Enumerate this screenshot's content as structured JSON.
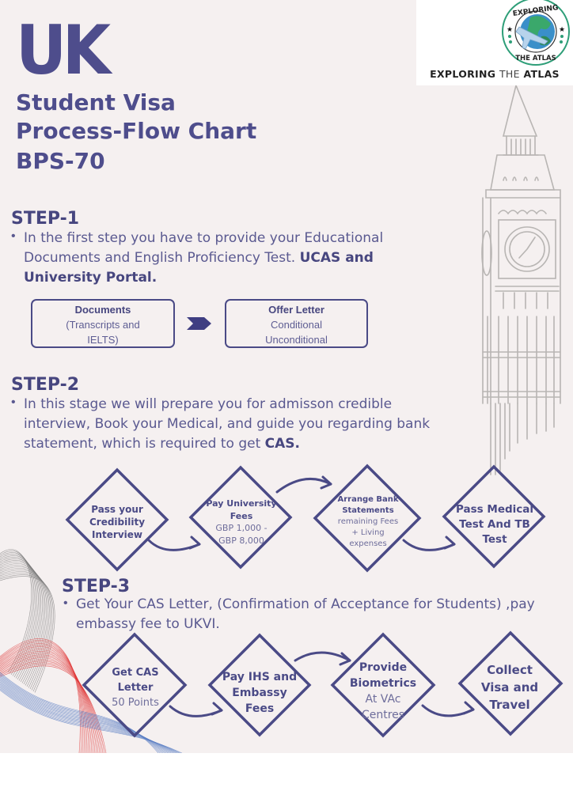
{
  "header": {
    "country": "UK",
    "subtitle_lines": [
      "Student Visa",
      "Process-Flow Chart",
      "BPS-70"
    ]
  },
  "logo": {
    "ring_top_text": "EXPLORING",
    "ring_bottom_text": "THE ATLAS",
    "label_bold_1": "EXPLORING",
    "label_thin": "THE",
    "label_bold_2": "ATLAS",
    "colors": {
      "ring": "#2e9e78",
      "globe_water": "#3a8fc9",
      "globe_land": "#3aa86b",
      "plane": "#a9c9e6"
    }
  },
  "steps": [
    {
      "title": "STEP-1",
      "text_plain": "In the first step you have to provide your Educational Documents and English Proficiency Test.",
      "text_bold": "UCAS and University Portal.",
      "nodes": [
        {
          "title": "Documents",
          "lines": [
            "(Transcripts and",
            "IELTS)"
          ]
        },
        {
          "title": "Offer Letter",
          "lines": [
            "Conditional",
            "Unconditional"
          ]
        }
      ]
    },
    {
      "title": "STEP-2",
      "text_plain": "In this stage we will prepare you for admisson credible interview, Book your Medical, and guide you regarding bank statement, which is required to get",
      "text_bold": "CAS.",
      "nodes": [
        {
          "title": [
            "Pass your",
            "Credibility",
            "Interview"
          ],
          "lines": []
        },
        {
          "title": [
            "Pay University",
            "Fees"
          ],
          "lines": [
            "GBP 1,000 -",
            "GBP 8,000"
          ]
        },
        {
          "title": [
            "Arrange Bank",
            "Statements"
          ],
          "lines": [
            "remaining Fees",
            "+ Living",
            "expenses"
          ]
        },
        {
          "title": [
            "Pass Medical",
            "Test And TB",
            "Test"
          ],
          "lines": []
        }
      ]
    },
    {
      "title": "STEP-3",
      "text_plain": "Get Your CAS Letter, (Confirmation of Acceptance for Students) ,pay embassy fee to UKVI.",
      "text_bold": "",
      "nodes": [
        {
          "title": [
            "Get CAS",
            "Letter"
          ],
          "lines": [
            "50 Points"
          ]
        },
        {
          "title": [
            "Pay IHS and",
            "Embassy",
            "Fees"
          ],
          "lines": []
        },
        {
          "title": [
            "Provide",
            "Biometrics"
          ],
          "lines": [
            "At VAc",
            "Centres"
          ]
        },
        {
          "title": [
            "Collect",
            "Visa and",
            "Travel"
          ],
          "lines": []
        }
      ]
    }
  ],
  "colors": {
    "primary": "#4a4a86",
    "background": "#f5f0f0",
    "sketch": "#b5b2b0",
    "wave_red": "#e03a3a",
    "wave_blue": "#5b7fc4",
    "wave_gray": "#777777"
  }
}
